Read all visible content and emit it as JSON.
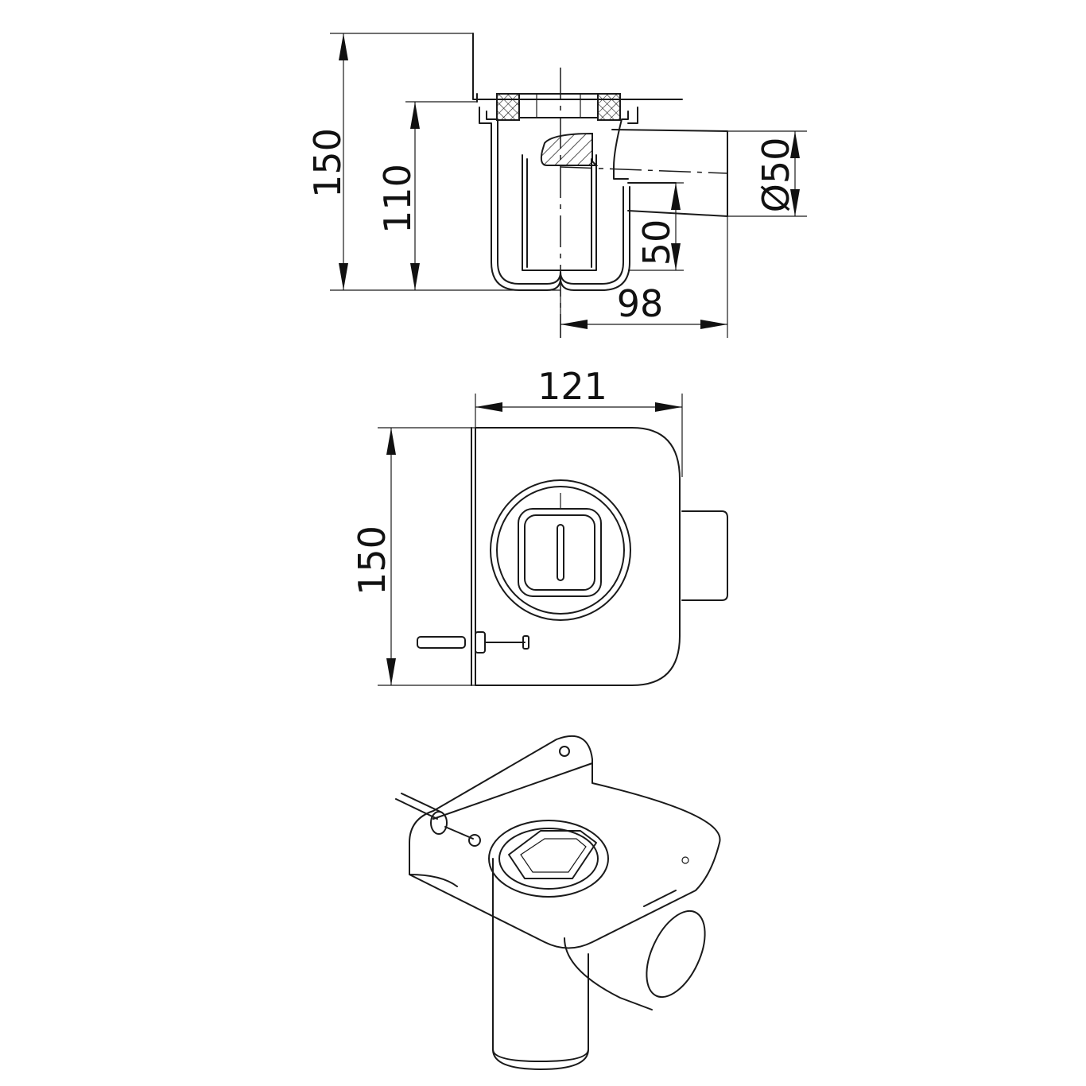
{
  "side_view": {
    "dim_total_height": "150",
    "dim_body_height": "110",
    "dim_outlet_diameter": "Ø50",
    "dim_outlet_height": "50",
    "dim_outlet_offset": "98"
  },
  "top_view": {
    "dim_width": "121",
    "dim_height": "150"
  }
}
